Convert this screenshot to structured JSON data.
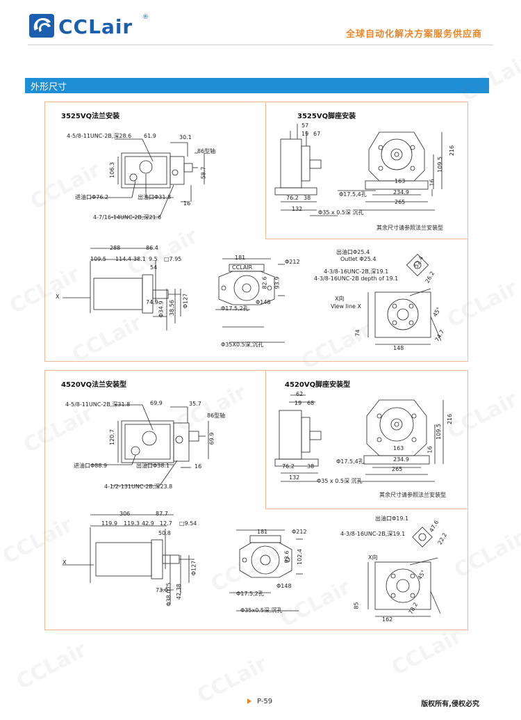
{
  "header": {
    "logo_text": "CCLair",
    "logo_reg": "®",
    "tagline": "全球自动化解决方案服务供应商"
  },
  "section": {
    "title": "外形尺寸"
  },
  "panels": {
    "p3525_flange": {
      "title": "3525VQ法兰安装",
      "labels": {
        "l1": "4-5/8-11UNC-2B,深28.6",
        "d1": "61.9",
        "d2": "30.1",
        "shaft": "86型轴",
        "d3": "106.3",
        "d4": "58.7",
        "inlet": "进油口Φ76.2",
        "outlet": "出油口Φ31.8",
        "d5": "16",
        "l2": "4-7/16-14UNC-2B,深21.6"
      }
    },
    "p3525_foot": {
      "title": "3525VQ脚座安装",
      "labels": {
        "d1": "57",
        "d2": "19",
        "d3": "67",
        "d4": "216",
        "d5": "109.5",
        "d6": "163",
        "d7": "16",
        "d8": "Φ17.5,4孔",
        "d9": "234.9",
        "d10": "76.2",
        "d11": "38",
        "d12": "265",
        "d13": "132",
        "d14": "Φ35 x 0.5深 沉孔"
      },
      "note": "其余尺寸请参照法兰安装型"
    },
    "p3525_side": {
      "labels": {
        "d1": "288",
        "d2": "86.4",
        "d3": "109.5",
        "d4": "114.4",
        "d5": "38.1",
        "d6": "9.5",
        "key": "□7.95",
        "d7": "54",
        "x": "X",
        "d8": "74.9",
        "d9": "Φ34.9",
        "d10": "38.56",
        "d11": "Φ127"
      }
    },
    "p3525_front": {
      "labels": {
        "d1": "181",
        "d2": "Φ212",
        "plate": "CCLAIR",
        "d3": "82.6",
        "d4": "93.9",
        "d5": "Φ17.5,2孔",
        "d6": "Φ148",
        "d7": "Φ35X0.5深,沉孔"
      }
    },
    "p3525_viewx": {
      "labels": {
        "l1": "出油口Φ25.4",
        "l2": "Outlet Φ25.4",
        "l3": "4-3/8-16UNC-2B,深19.1",
        "l4": "4-3/8-16UNC-2B depth of 19.1",
        "d1": "52.4",
        "d2": "26.2",
        "l5": "X向",
        "l6": "View line X",
        "angle": "45°",
        "d3": "74",
        "d4": "74.7",
        "d5": "148"
      }
    },
    "p4520_flange": {
      "title": "4520VQ法兰安装型",
      "labels": {
        "l1": "4-5/8-11UNC-2B,深31.8",
        "d1": "69.9",
        "d2": "35.7",
        "shaft": "86型轴",
        "d3": "120.7",
        "d4": "69.9",
        "inlet": "进油口Φ88.9",
        "outlet": "出油口Φ38.1",
        "d5": "16",
        "l2": "4-1/2-131UNC-2B,深23.8"
      }
    },
    "p4520_foot": {
      "title": "4520VQ脚座安装型",
      "labels": {
        "d1": "62",
        "d2": "19",
        "d3": "68",
        "d4": "216",
        "d5": "109.5",
        "d6": "163",
        "d7": "16",
        "d8": "Φ17.5,4孔",
        "d9": "234.9",
        "d10": "76.2",
        "d11": "38",
        "d12": "265",
        "d13": "132",
        "d14": "Φ35 x 0.5深 沉孔"
      },
      "note": "其余尺寸请参照法兰安装型"
    },
    "p4520_side": {
      "labels": {
        "d1": "306",
        "d2": "87.7",
        "d3": "119.9",
        "d4": "119.3",
        "d5": "42.9",
        "d6": "12.7",
        "key": "□9.54",
        "d7": "50.8",
        "x": "X",
        "d8": "73.0",
        "d9": "Φ38.075",
        "d10": "42.38",
        "d11": "Φ127"
      }
    },
    "p4520_front": {
      "labels": {
        "d1": "181",
        "d2": "Φ212",
        "d3": "93.6",
        "d4": "102.4",
        "d5": "Φ17.5,2孔",
        "d6": "Φ148",
        "d7": "Φ35x0.5深,沉孔"
      }
    },
    "p4520_viewx": {
      "labels": {
        "l1": "出油口Φ19.1",
        "l3": "4-3/8-16UNC-2B,深19.1",
        "d1": "47.6",
        "d2": "22.2",
        "l5": "X向",
        "angle": "45°",
        "d3": "85",
        "d4": "78.2",
        "d5": "162"
      }
    }
  },
  "watermark": "CCLair",
  "footer": {
    "page": "P-59",
    "copyright": "版权所有,侵权必究"
  }
}
